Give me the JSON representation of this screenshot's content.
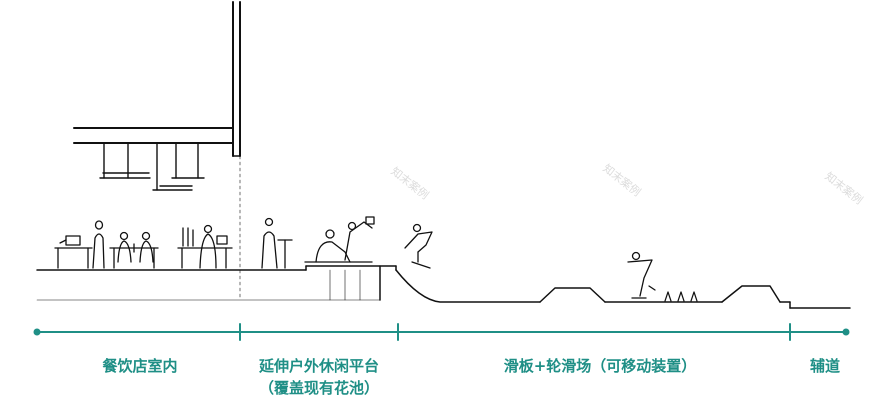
{
  "zones": [
    {
      "label": "餐饮店室内",
      "sublabel": ""
    },
    {
      "label": "延伸户外休闲平台",
      "sublabel": "（覆盖现有花池）"
    },
    {
      "label": "滑板+轮滑场（可移动装置）",
      "sublabel": ""
    },
    {
      "label": "辅道",
      "sublabel": ""
    }
  ],
  "watermark_text": "知末案例",
  "colors": {
    "accent": "#1f8f86",
    "sketch": "#111111",
    "background": "#ffffff"
  }
}
